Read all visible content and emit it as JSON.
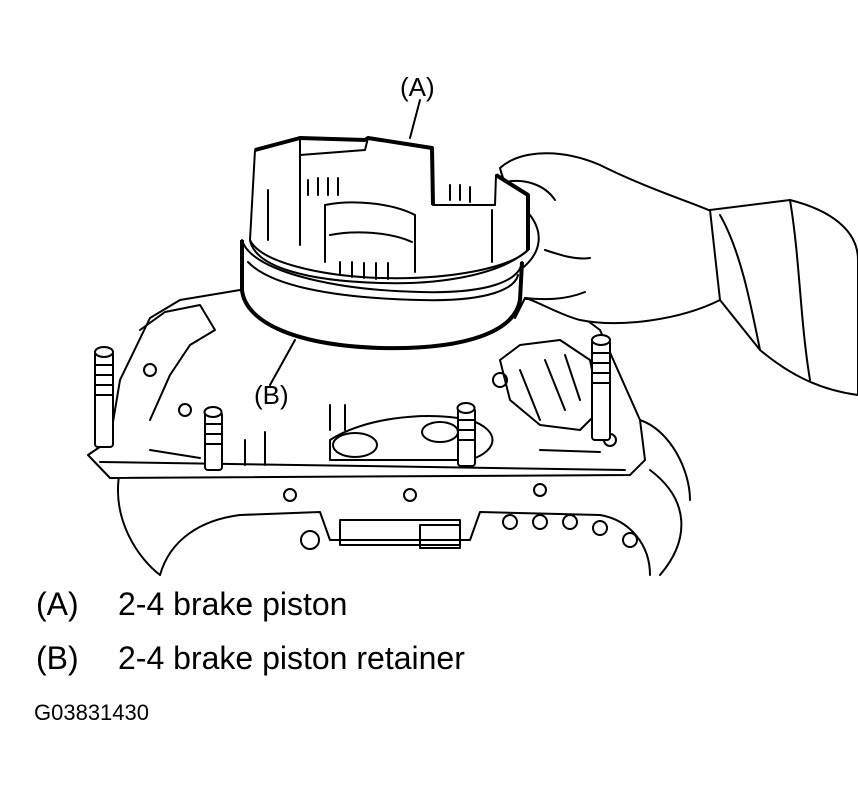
{
  "callouts": {
    "a": "(A)",
    "b": "(B)"
  },
  "legend": [
    {
      "key": "(A)",
      "text": "2-4 brake piston"
    },
    {
      "key": "(B)",
      "text": "2-4 brake piston retainer"
    }
  ],
  "figure_id": "G03831430",
  "colors": {
    "line": "#000000",
    "background": "#ffffff"
  }
}
